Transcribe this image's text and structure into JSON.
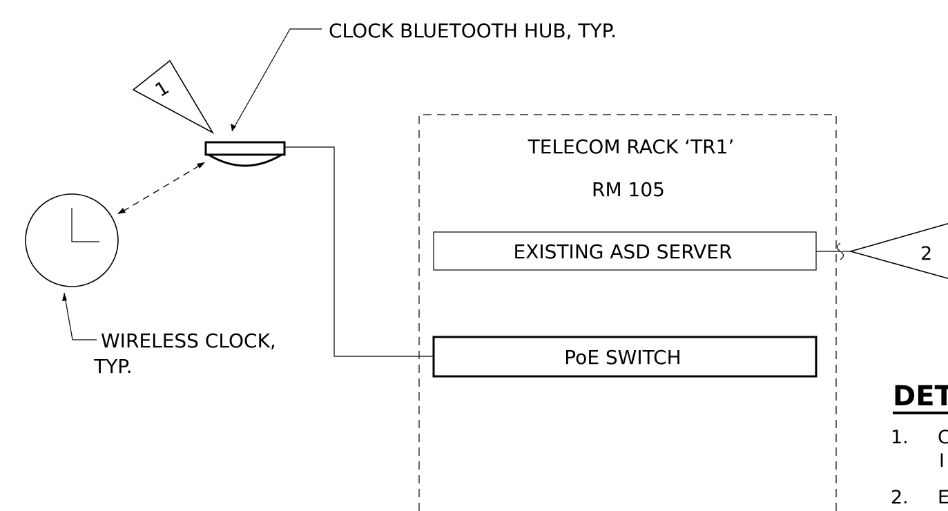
{
  "labels": {
    "clock_hub": "CLOCK BLUETOOTH HUB, TYP.",
    "wireless_clock_line1": "WIRELESS CLOCK,",
    "wireless_clock_line2": "TYP.",
    "rack_title": "TELECOM RACK ‘TR1’",
    "rack_room": "RM 105",
    "server": "EXISTING ASD SERVER",
    "poe_switch": "PoE SWITCH"
  },
  "tags": {
    "tag1": "1",
    "tag2": "2"
  },
  "notes": {
    "heading": "DET",
    "items": [
      {
        "number": "1.",
        "line1": "C",
        "line2": "I"
      },
      {
        "number": "2.",
        "line1": "E",
        "line2": ""
      }
    ]
  }
}
